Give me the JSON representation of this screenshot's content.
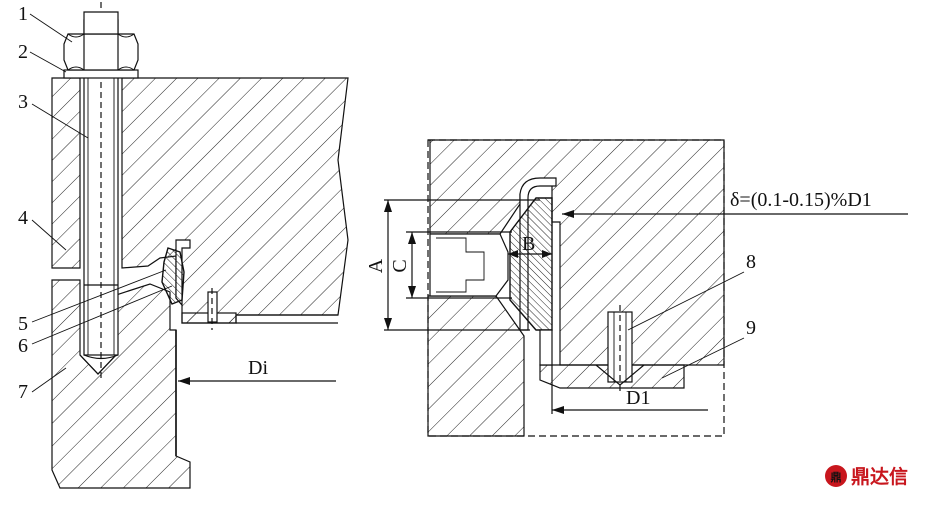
{
  "left_figure": {
    "part_labels": [
      "1",
      "2",
      "3",
      "4",
      "5",
      "6",
      "7"
    ],
    "dimension_label": "Di"
  },
  "right_figure": {
    "dimension_labels": {
      "a": "A",
      "b": "B",
      "c": "C",
      "d1": "D1"
    },
    "clearance_formula": "δ=(0.1-0.15)%D1",
    "part_labels": [
      "8",
      "9"
    ]
  },
  "logo": {
    "text": "鼎达信",
    "brand_color": "#c8161d"
  }
}
